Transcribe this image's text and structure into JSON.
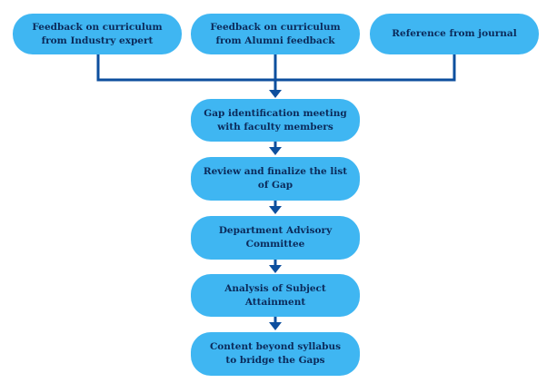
{
  "sources": [
    {
      "id": "industry",
      "label": "Feedback on curriculum\nfrom Industry expert"
    },
    {
      "id": "alumni",
      "label": "Feedback on curriculum\nfrom Alumni feedback"
    },
    {
      "id": "journal",
      "label": "Reference  from journal"
    }
  ],
  "steps": [
    {
      "id": "gap-meeting",
      "label": "Gap identification meeting\nwith faculty members"
    },
    {
      "id": "review",
      "label": "Review and finalize the list of Gap"
    },
    {
      "id": "dac",
      "label": "Department Advisory Committee"
    },
    {
      "id": "attainment",
      "label": "Analysis of Subject Attainment"
    },
    {
      "id": "content",
      "label": "Content beyond syllabus\nto bridge the Gaps"
    }
  ],
  "colors": {
    "box": "#3fb6f2",
    "line": "#0d4f9e",
    "text": "#0b2a5a"
  }
}
